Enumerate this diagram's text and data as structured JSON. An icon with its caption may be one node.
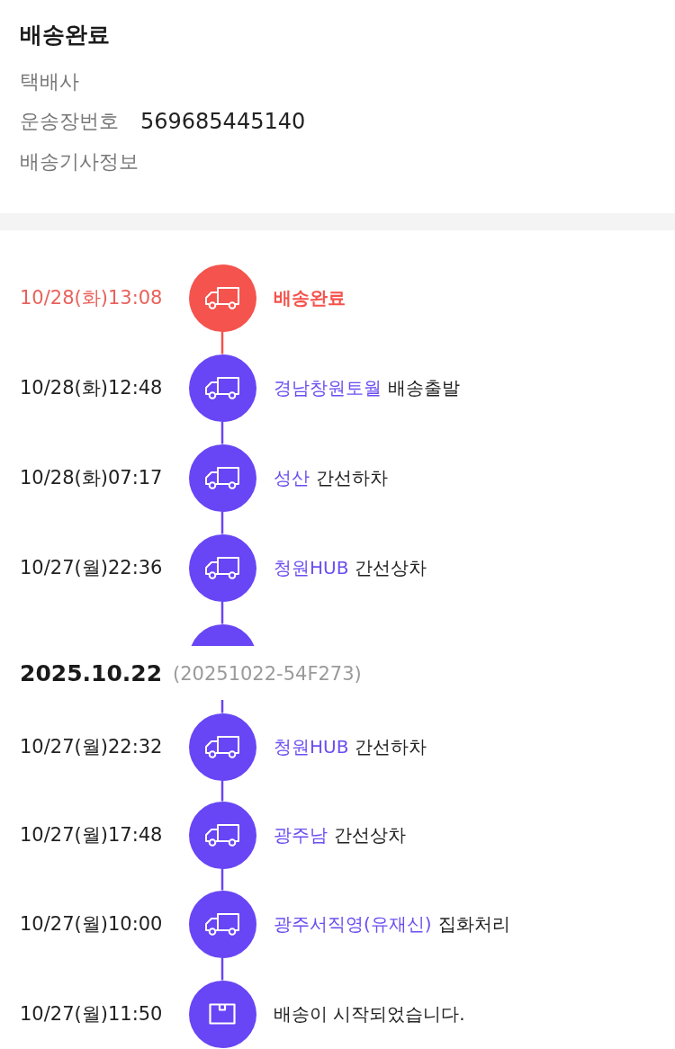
{
  "diagram": {
    "nodes": [
      {
        "text": [],
        "shape": "bar"
      },
      {
        "text": [],
        "shape": "circle",
        "beside": [
          "10/28(화)13:08",
          "배송완료"
        ]
      },
      {
        "text": [],
        "shape": "circle",
        "beside": [
          "10/28(화)12:48",
          "경남창원토월",
          "배송출발"
        ]
      },
      {
        "text": [],
        "shape": "circle",
        "beside": [
          "10/28(화)07:17",
          "성산",
          "간선하차"
        ]
      },
      {
        "text": [],
        "shape": "circle",
        "beside": [
          "10/27(월)22:36",
          "청원HUB",
          "간선상차"
        ]
      },
      {
        "text": [],
        "shape": "circle"
      },
      {
        "text": [],
        "shape": "circle",
        "beside": [
          "10/27(월)22:32",
          "청원HUB",
          "간선하차"
        ]
      },
      {
        "text": [],
        "shape": "circle",
        "beside": [
          "10/27(월)17:48",
          "광주남",
          "간선상차"
        ]
      },
      {
        "text": [],
        "shape": "circle",
        "beside": [
          "10/27(월)10:00",
          "광주서직영(유재신)",
          "집화처리"
        ]
      },
      {
        "text": [],
        "shape": "circle",
        "beside": [
          "10/27(월)11:50",
          "배송이 시작되었습니다."
        ]
      }
    ],
    "edges": [
      {
        "from": 1,
        "to": 2,
        "arrow": "none",
        "color": "#f5534d"
      },
      {
        "from": 2,
        "to": 3,
        "arrow": "none"
      },
      {
        "from": 3,
        "to": 4,
        "arrow": "none"
      },
      {
        "from": 4,
        "to": 5,
        "arrow": "none"
      },
      {
        "from": 5,
        "to": 6,
        "arrow": "none"
      },
      {
        "from": 6,
        "to": 7,
        "arrow": "none"
      },
      {
        "from": 7,
        "to": 8,
        "arrow": "none"
      },
      {
        "from": 8,
        "to": 9,
        "arrow": "none"
      }
    ],
    "labels": [
      "배송완료",
      "택배사",
      "운송장번호",
      "569685445140",
      "배송기사정보",
      "2025.10.22",
      "(20251022-54F273)"
    ]
  }
}
